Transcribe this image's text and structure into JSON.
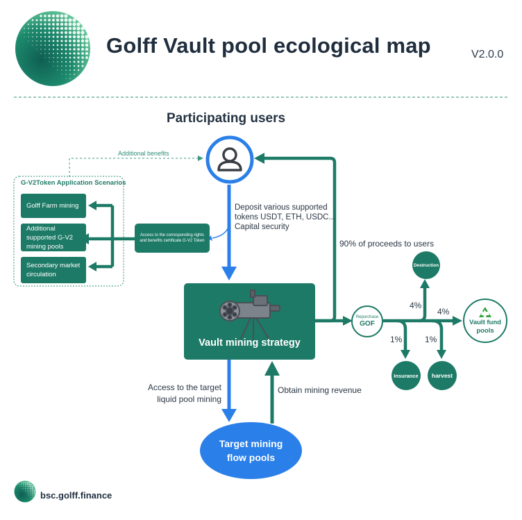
{
  "header": {
    "title": "Golff Vault pool ecological map",
    "version": "V2.0.0"
  },
  "users": {
    "heading": "Participating users",
    "additional_benefits": "Additional benefits"
  },
  "scenarios": {
    "title": "G-V2Token Application Scenarios",
    "items": [
      "Golff Farm mining",
      "Additional supported G-V2 mining pools",
      "Secondary market circulation"
    ]
  },
  "certificate": {
    "text": "Access to the corresponding rights and benefits certificate G-V2 Token"
  },
  "deposit": {
    "lines": [
      "Deposit various supported",
      "tokens USDT, ETH, USDC...",
      "Capital security"
    ]
  },
  "proceeds": "90% of proceeds to users",
  "strategy": {
    "label": "Vault mining strategy"
  },
  "access": {
    "lines": [
      "Access to the target",
      "liquid pool mining"
    ]
  },
  "obtain": "Obtain mining revenue",
  "target": {
    "lines": [
      "Target mining",
      "flow pools"
    ]
  },
  "repurchase": {
    "top": "Repurchase",
    "main": "GOF"
  },
  "destruction": "Destruction",
  "insurance": "Insurance",
  "harvest": "harvest",
  "vault_fund": {
    "lines": [
      "Vault fund",
      "pools"
    ]
  },
  "percentages": {
    "destruction": "4%",
    "vault_fund": "4%",
    "insurance": "1%",
    "harvest": "1%"
  },
  "footer": {
    "domain": "bsc.golff.finance"
  },
  "icons": {
    "logo": "dotted-sphere-logo-icon",
    "user": "user-avatar-icon",
    "recycle": "recycle-icon",
    "gatling": "gatling-gun-icon"
  },
  "colors": {
    "green": "#1d7a66",
    "blue": "#2a7fe8",
    "dark": "#1f2d3d"
  }
}
